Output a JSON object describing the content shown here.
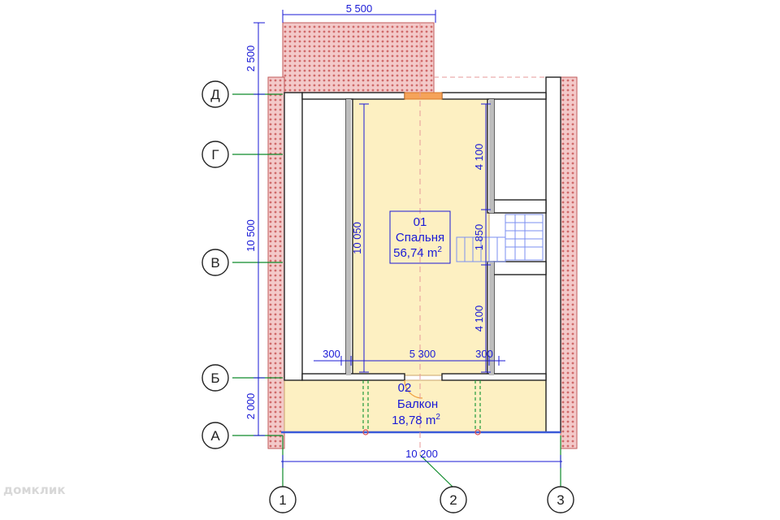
{
  "rooms": {
    "bedroom": {
      "number": "01",
      "name": "Спальня",
      "area": "56,74 m",
      "area_sup": "2"
    },
    "balcony": {
      "number": "02",
      "name": "Балкон",
      "area": "18,78 m",
      "area_sup": "2"
    }
  },
  "dimensions": {
    "top": "5 500",
    "bottom": "10 200",
    "left_top": "2 500",
    "left_main": "10 500",
    "left_bottom": "2 000",
    "inner_vertical": "10 050",
    "right_upper": "4 100",
    "right_middle": "1 850",
    "right_lower": "4 100",
    "inner_left": "300",
    "inner_center": "5 300",
    "inner_right": "300"
  },
  "axes": {
    "rows": [
      "Д",
      "Г",
      "В",
      "Б",
      "А"
    ],
    "columns": [
      "1",
      "2",
      "3"
    ]
  },
  "watermark": "домклик",
  "colors": {
    "brick": "#d98a8a",
    "floor": "#fdf0c2",
    "dimension": "#1a1ad6",
    "axis_line": "#0d8a2a",
    "walls": "#222222"
  }
}
